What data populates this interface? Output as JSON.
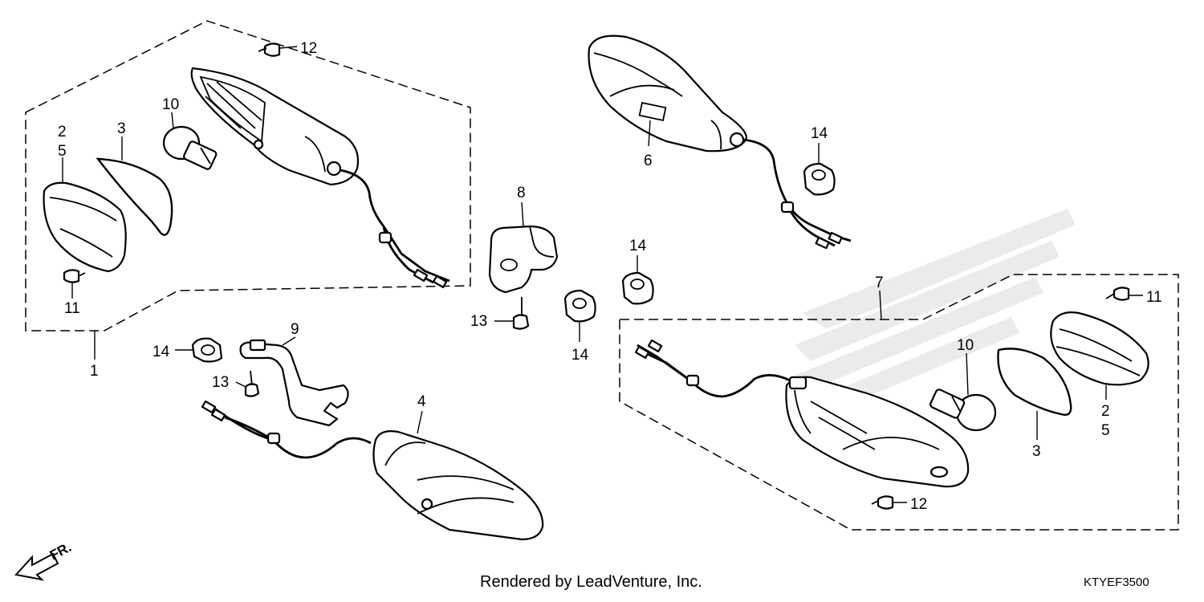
{
  "diagram": {
    "labels": {
      "l1": "1",
      "l2a": "2",
      "l5a": "5",
      "l3a": "3",
      "l10a": "10",
      "l12a": "12",
      "l11a": "11",
      "l14a": "14",
      "l13a": "13",
      "l9": "9",
      "l4": "4",
      "l8": "8",
      "l13b": "13",
      "l14b": "14",
      "l14c": "14",
      "l6": "6",
      "l14d": "14",
      "l7": "7",
      "l11b": "11",
      "l10b": "10",
      "l3b": "3",
      "l2b": "2",
      "l5b": "5",
      "l12b": "12"
    },
    "direction_label": "FR.",
    "footer_credit": "Rendered by LeadVenture, Inc.",
    "diagram_code": "KTYEF3500"
  },
  "colors": {
    "line": "#000000",
    "background": "#ffffff",
    "watermark": "#d9d9d9"
  }
}
